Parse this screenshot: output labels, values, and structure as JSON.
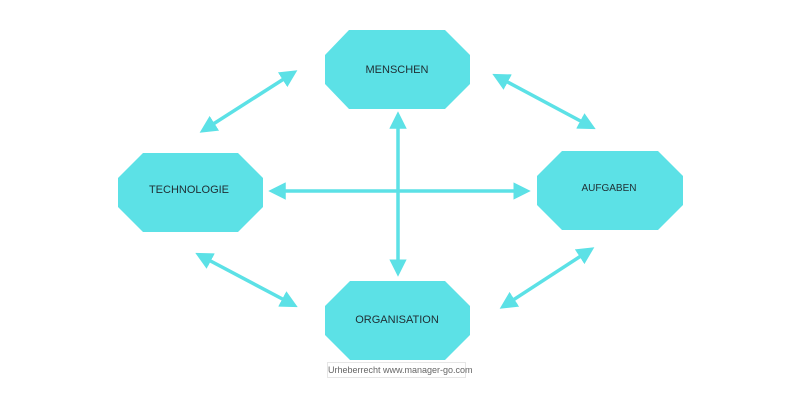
{
  "colors": {
    "node_fill": "#5ce1e6",
    "arrow": "#5ce1e6",
    "label_text": "#1f2d33"
  },
  "nodes": {
    "menschen": {
      "label": "MENSCHEN"
    },
    "technologie": {
      "label": "TECHNOLOGIE"
    },
    "aufgaben": {
      "label": "AUFGABEN"
    },
    "organisation": {
      "label": "ORGANISATION"
    }
  },
  "footer": {
    "copyright": "Urheberrecht www.manager-go.com"
  }
}
